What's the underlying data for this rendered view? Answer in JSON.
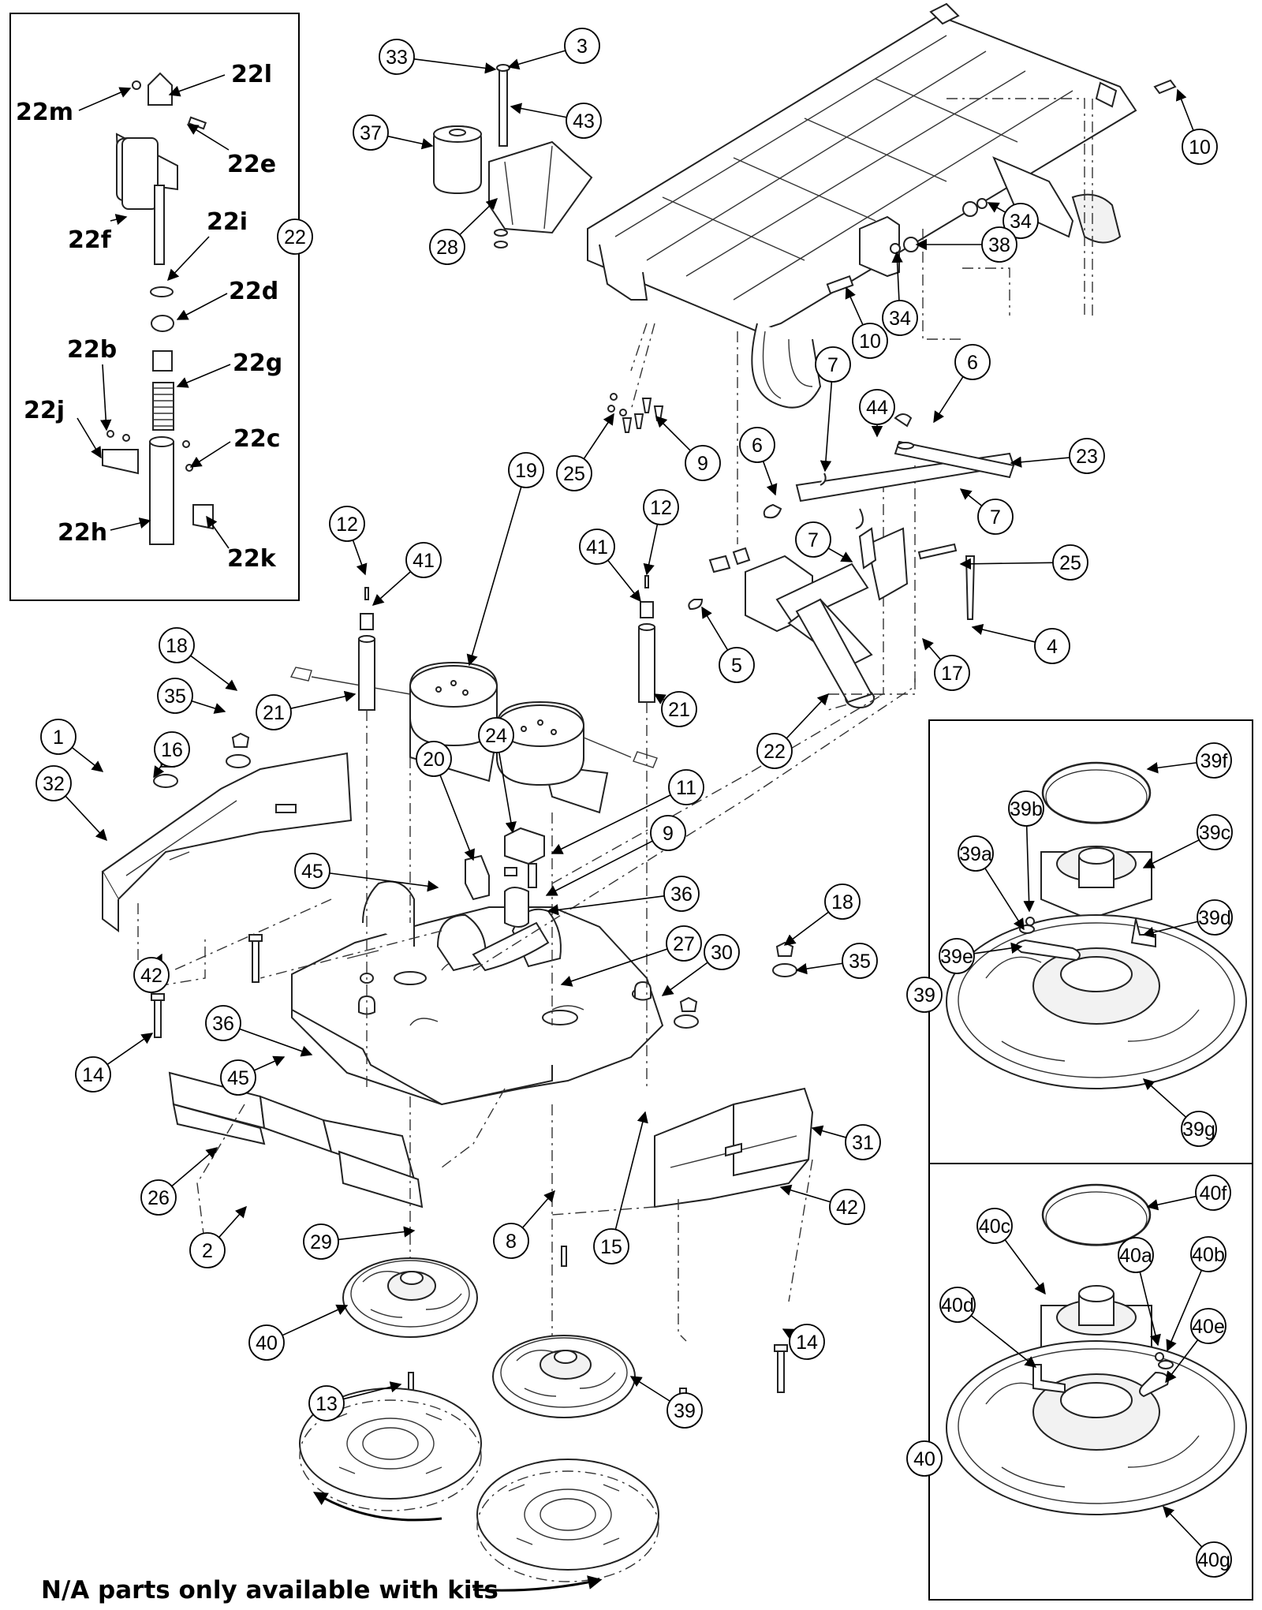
{
  "footnote": "N/A parts only available with kits",
  "inset_labels": [
    "22m",
    "22l",
    "22e",
    "22f",
    "22i",
    "22d",
    "22b",
    "22g",
    "22j",
    "22c",
    "22h",
    "22k"
  ],
  "callouts": {
    "c1": "1",
    "c2": "2",
    "c3": "3",
    "c4": "4",
    "c5": "5",
    "c6a": "6",
    "c6b": "6",
    "c7a": "7",
    "c7b": "7",
    "c7c": "7",
    "c8": "8",
    "c9a": "9",
    "c9b": "9",
    "c10a": "10",
    "c10b": "10",
    "c11": "11",
    "c12a": "12",
    "c12b": "12",
    "c13": "13",
    "c14a": "14",
    "c14b": "14",
    "c15": "15",
    "c16": "16",
    "c17": "17",
    "c18a": "18",
    "c18b": "18",
    "c19": "19",
    "c20": "20",
    "c21a": "21",
    "c21b": "21",
    "c22a": "22",
    "c22b": "22",
    "c23": "23",
    "c24": "24",
    "c25a": "25",
    "c25b": "25",
    "c26": "26",
    "c27": "27",
    "c28": "28",
    "c29": "29",
    "c30": "30",
    "c31": "31",
    "c32": "32",
    "c33": "33",
    "c34a": "34",
    "c34b": "34",
    "c35a": "35",
    "c35b": "35",
    "c36a": "36",
    "c36b": "36",
    "c37": "37",
    "c38": "38",
    "c39": "39",
    "c39big": "39",
    "c40": "40",
    "c40big": "40",
    "c41a": "41",
    "c41b": "41",
    "c42a": "42",
    "c42b": "42",
    "c43": "43",
    "c44": "44",
    "c45a": "45",
    "c45b": "45",
    "c39a": "39a",
    "c39b": "39b",
    "c39c": "39c",
    "c39d": "39d",
    "c39e": "39e",
    "c39f": "39f",
    "c39g": "39g",
    "c40a": "40a",
    "c40b": "40b",
    "c40c": "40c",
    "c40d": "40d",
    "c40e": "40e",
    "c40f": "40f",
    "c40g": "40g"
  }
}
